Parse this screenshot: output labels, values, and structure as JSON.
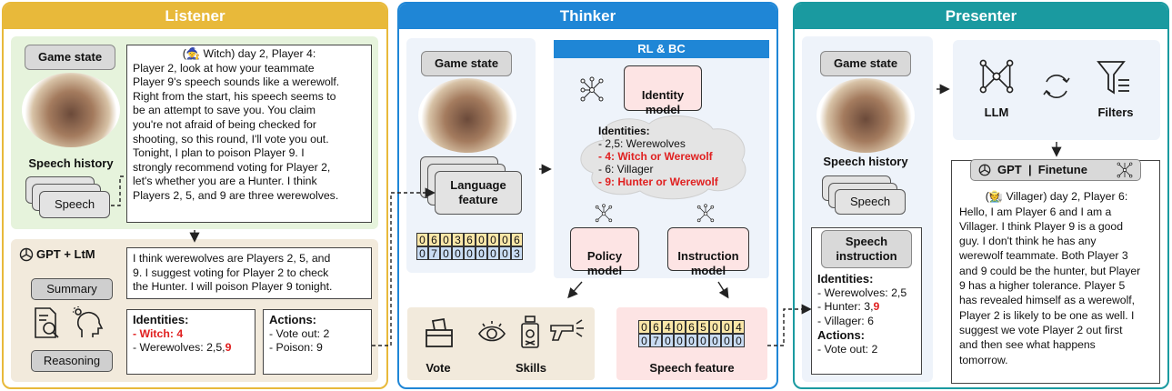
{
  "listener": {
    "title": "Listener",
    "game_state": "Game state",
    "speech_history": "Speech history",
    "speech": "Speech",
    "speech_head_pre": "(",
    "speech_head_post": " Witch)  day 2, Player 4:",
    "speech_lines": [
      "Player 2, look at how your teammate",
      "Player 9's speech sounds like a werewolf.",
      "Right from the start, his speech seems to",
      "be an attempt to save you. You claim",
      "you're not afraid of being checked for",
      "shooting, so this round, I'll vote you out.",
      "Tonight, I plan to poison Player 9. I",
      "strongly recommend voting for Player 2,",
      "let's whether you are a Hunter. I think",
      "Players 2, 5, and 9 are three werewolves."
    ],
    "gpt_ltm": "GPT + LtM",
    "summary": "Summary",
    "reasoning": "Reasoning",
    "summary_lines": [
      "I think werewolves are Players 2, 5, and",
      "9. I suggest voting for Player 2 to check",
      "the Hunter. I will poison Player 9 tonight."
    ],
    "identities_title": "Identities:",
    "identity_witch": "- Witch: 4",
    "identity_wolves_pre": "- Werewolves: 2,5,",
    "identity_wolves_red": "9",
    "actions_title": "Actions:",
    "actions": [
      "- Vote out: 2",
      "- Poison: 9"
    ]
  },
  "thinker": {
    "title": "Thinker",
    "game_state": "Game state",
    "rl_bc": "RL & BC",
    "identity_model": "Identity\nmodel",
    "identities_title": "Identities:",
    "identity_lines": [
      {
        "text": "- 2,5: Werewolves",
        "red": false
      },
      {
        "text": "- 4: Witch or Werewolf",
        "red": true
      },
      {
        "text": "- 6: Villager",
        "red": false
      },
      {
        "text": "- 9: Hunter or Werewolf",
        "red": true
      }
    ],
    "language_feature": "Language\nfeature",
    "lang_row1": [
      "0",
      "6",
      "0",
      "3",
      "6",
      "0",
      "0",
      "0",
      "6"
    ],
    "lang_row2": [
      "0",
      "7",
      "0",
      "0",
      "0",
      "0",
      "0",
      "0",
      "3"
    ],
    "policy_model": "Policy\nmodel",
    "instruction_model": "Instruction\nmodel",
    "vote": "Vote",
    "skills": "Skills",
    "speech_feature": "Speech feature",
    "speech_row1": [
      "0",
      "6",
      "4",
      "0",
      "6",
      "5",
      "0",
      "0",
      "4"
    ],
    "speech_row2": [
      "0",
      "7",
      "0",
      "0",
      "0",
      "0",
      "0",
      "0",
      "0"
    ]
  },
  "presenter": {
    "title": "Presenter",
    "game_state": "Game state",
    "speech_history": "Speech history",
    "speech": "Speech",
    "speech_instruction": "Speech\ninstruction",
    "identities_title": "Identities:",
    "identity_wolves": "- Werewolves: 2,5",
    "identity_hunter_pre": "- Hunter: 3,",
    "identity_hunter_red": "9",
    "identity_villager": "- Villager: 6",
    "actions_title": "Actions:",
    "action_vote": "- Vote out: 2",
    "llm": "LLM",
    "filters": "Filters",
    "gpt_finetune": "GPT  |  Finetune",
    "out_head_pre": "(",
    "out_head_post": " Villager)  day 2, Player 6:",
    "out_lines": [
      "Hello, I am Player 6 and I am a",
      "Villager. I think Player 9 is a good",
      "guy. I don't think he has any",
      "werewolf teammate. Both Player 3",
      "and 9 could be the hunter, but Player",
      "9 has a higher tolerance. Player 5",
      "has revealed himself as a werewolf,",
      "Player 2 is likely to be one as well. I",
      "suggest we vote Player 2 out first",
      "and then see what happens",
      "tomorrow."
    ]
  },
  "colors": {
    "listener": "#e8b93a",
    "thinker": "#1f86d6",
    "presenter": "#1a9aa0",
    "green_bg": "#e6f3dc",
    "beige_bg": "#f2eadc",
    "blue_bg": "#eef3fa",
    "red": "#e02020"
  }
}
